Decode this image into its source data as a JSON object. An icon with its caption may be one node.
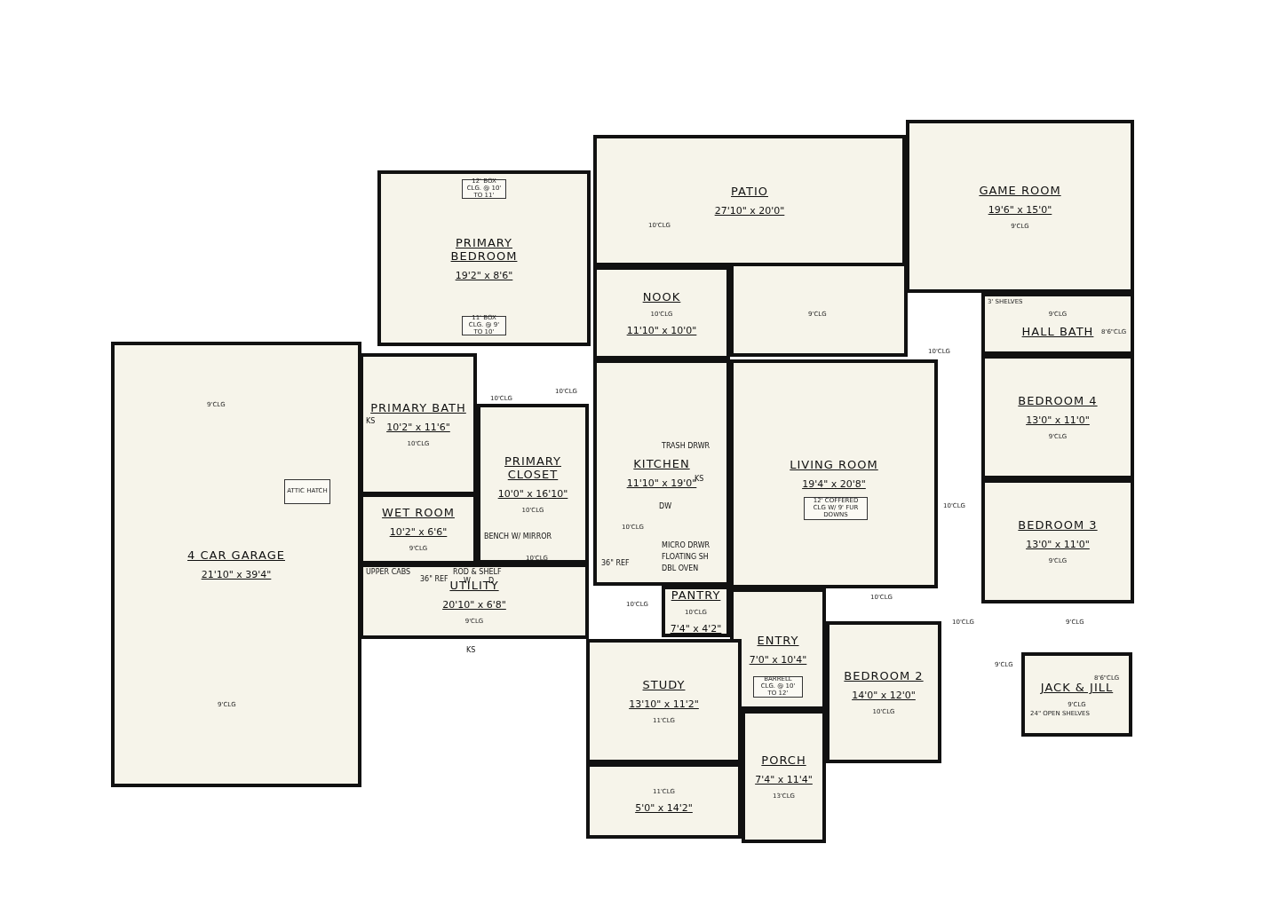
{
  "diagram": {
    "nodes": [
      {
        "text": [
          "PRIMARY BEDROOM",
          "19'2\" x 8'6\""
        ]
      },
      {
        "text": [
          "12' BOX CLG. @ 10' TO 11'"
        ],
        "in": 0
      },
      {
        "text": [
          "11' BOX CLG. @ 9' TO 10'"
        ],
        "in": 0
      },
      {
        "text": [
          "PRIMARY BATH",
          "10'2\" x 11'6\"",
          "10'CLG"
        ]
      },
      {
        "text": [
          "WET ROOM",
          "10'2\" x 6'6\"",
          "9'CLG"
        ]
      },
      {
        "text": [
          "PRIMARY CLOSET",
          "10'0\" x 16'10\"",
          "10'CLG"
        ]
      },
      {
        "text": [
          "UTILITY",
          "20'10\" x 6'8\"",
          "9'CLG"
        ]
      },
      {
        "text": [
          "4 CAR GARAGE",
          "21'10\" x 39'4\""
        ]
      },
      {
        "text": [
          "ATTIC HATCH"
        ],
        "in": 7
      },
      {
        "text": [
          "PATIO",
          "27'10\" x 20'0\""
        ]
      },
      {
        "text": [
          "NOOK",
          "10'CLG",
          "11'10\" x 10'0\""
        ]
      },
      {
        "text": [
          "KITCHEN",
          "11'10\" x 19'0\""
        ]
      },
      {
        "text": [
          "LIVING ROOM",
          "19'4\" x 20'8\""
        ]
      },
      {
        "text": [
          "12' COFFERED CLG W/ 9' FUR DOWNS"
        ],
        "in": 12
      },
      {
        "text": [
          "PANTRY",
          "10'CLG",
          "7'4\" x 4'2\""
        ]
      },
      {
        "text": [
          "ENTRY",
          "7'0\" x 10'4\""
        ]
      },
      {
        "text": [
          "BARRELL CLG. @ 10' TO 12'"
        ],
        "in": 15
      },
      {
        "text": [
          "STUDY",
          "13'10\" x 11'2\"",
          "11'CLG"
        ]
      },
      {
        "text": [
          "PORCH",
          "7'4\" x 11'4\"",
          "13'CLG"
        ]
      },
      {
        "text": [
          "11'CLG",
          "5'0\" x 14'2\""
        ]
      },
      {
        "text": [
          "BEDROOM 2",
          "14'0\" x 12'0\"",
          "10'CLG"
        ]
      },
      {
        "text": [
          "GAME ROOM",
          "19'6\" x 15'0\"",
          "9'CLG"
        ]
      },
      {
        "text": [
          "9'CLG",
          "HALL BATH"
        ]
      },
      {
        "text": [
          "BEDROOM 4",
          "13'0\" x 11'0\"",
          "9'CLG"
        ]
      },
      {
        "text": [
          "BEDROOM 3",
          "13'0\" x 11'0\"",
          "9'CLG"
        ]
      },
      {
        "text": [
          "JACK & JILL",
          "9'CLG"
        ]
      }
    ],
    "labels": [
      "9'CLG",
      "10'CLG",
      "10'CLG",
      "10'CLG",
      "3' SHELVES",
      "8'6\"CLG",
      "10'CLG",
      "KS",
      "TRASH DRWR",
      "KS",
      "DW",
      "BENCH W/ MIRROR",
      "10'CLG",
      "UPPER CABS",
      "36\" REF",
      "ROD & SHELF",
      "W",
      "D",
      "10'CLG",
      "36\" REF",
      "MICRO DRWR",
      "FLOATING SH",
      "DBL OVEN",
      "10'CLG",
      "10'CLG",
      "10'CLG",
      "9'CLG",
      "9'CLG",
      "KS",
      "10'CLG",
      "9'CLG",
      "24\" OPEN SHELVES",
      "8'6\"CLG",
      "9'CLG"
    ]
  }
}
